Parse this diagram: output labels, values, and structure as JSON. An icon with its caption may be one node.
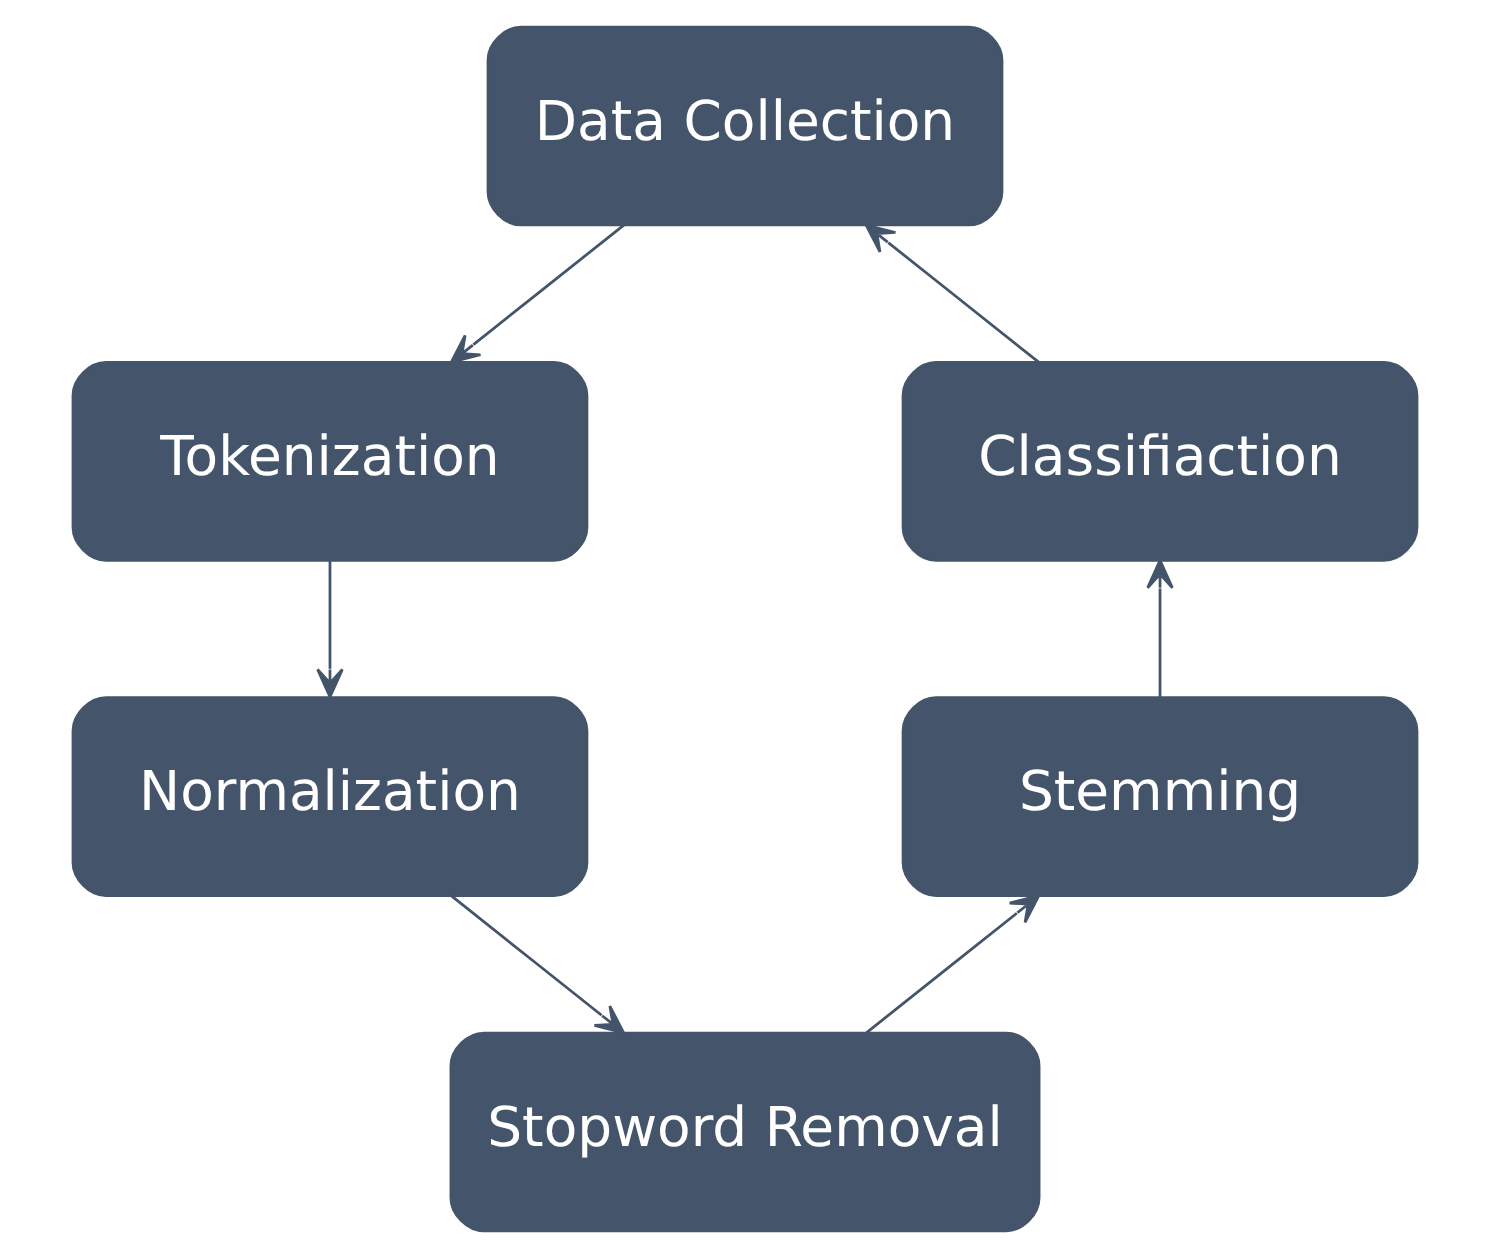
{
  "diagram": {
    "nodes": [
      {
        "text": [
          "Data Collection"
        ]
      },
      {
        "text": [
          "Tokenization"
        ]
      },
      {
        "text": [
          "Normalization"
        ]
      },
      {
        "text": [
          "Stopword Removal"
        ]
      },
      {
        "text": [
          "Stemming"
        ]
      },
      {
        "text": [
          "Classifiaction"
        ]
      }
    ],
    "edges": [
      {
        "from": 0,
        "to": 1,
        "arrow": "to"
      },
      {
        "from": 1,
        "to": 2,
        "arrow": "to"
      },
      {
        "from": 2,
        "to": 3,
        "arrow": "to"
      },
      {
        "from": 3,
        "to": 4,
        "arrow": "to"
      },
      {
        "from": 4,
        "to": 5,
        "arrow": "to"
      },
      {
        "from": 5,
        "to": 0,
        "arrow": "to"
      }
    ]
  }
}
